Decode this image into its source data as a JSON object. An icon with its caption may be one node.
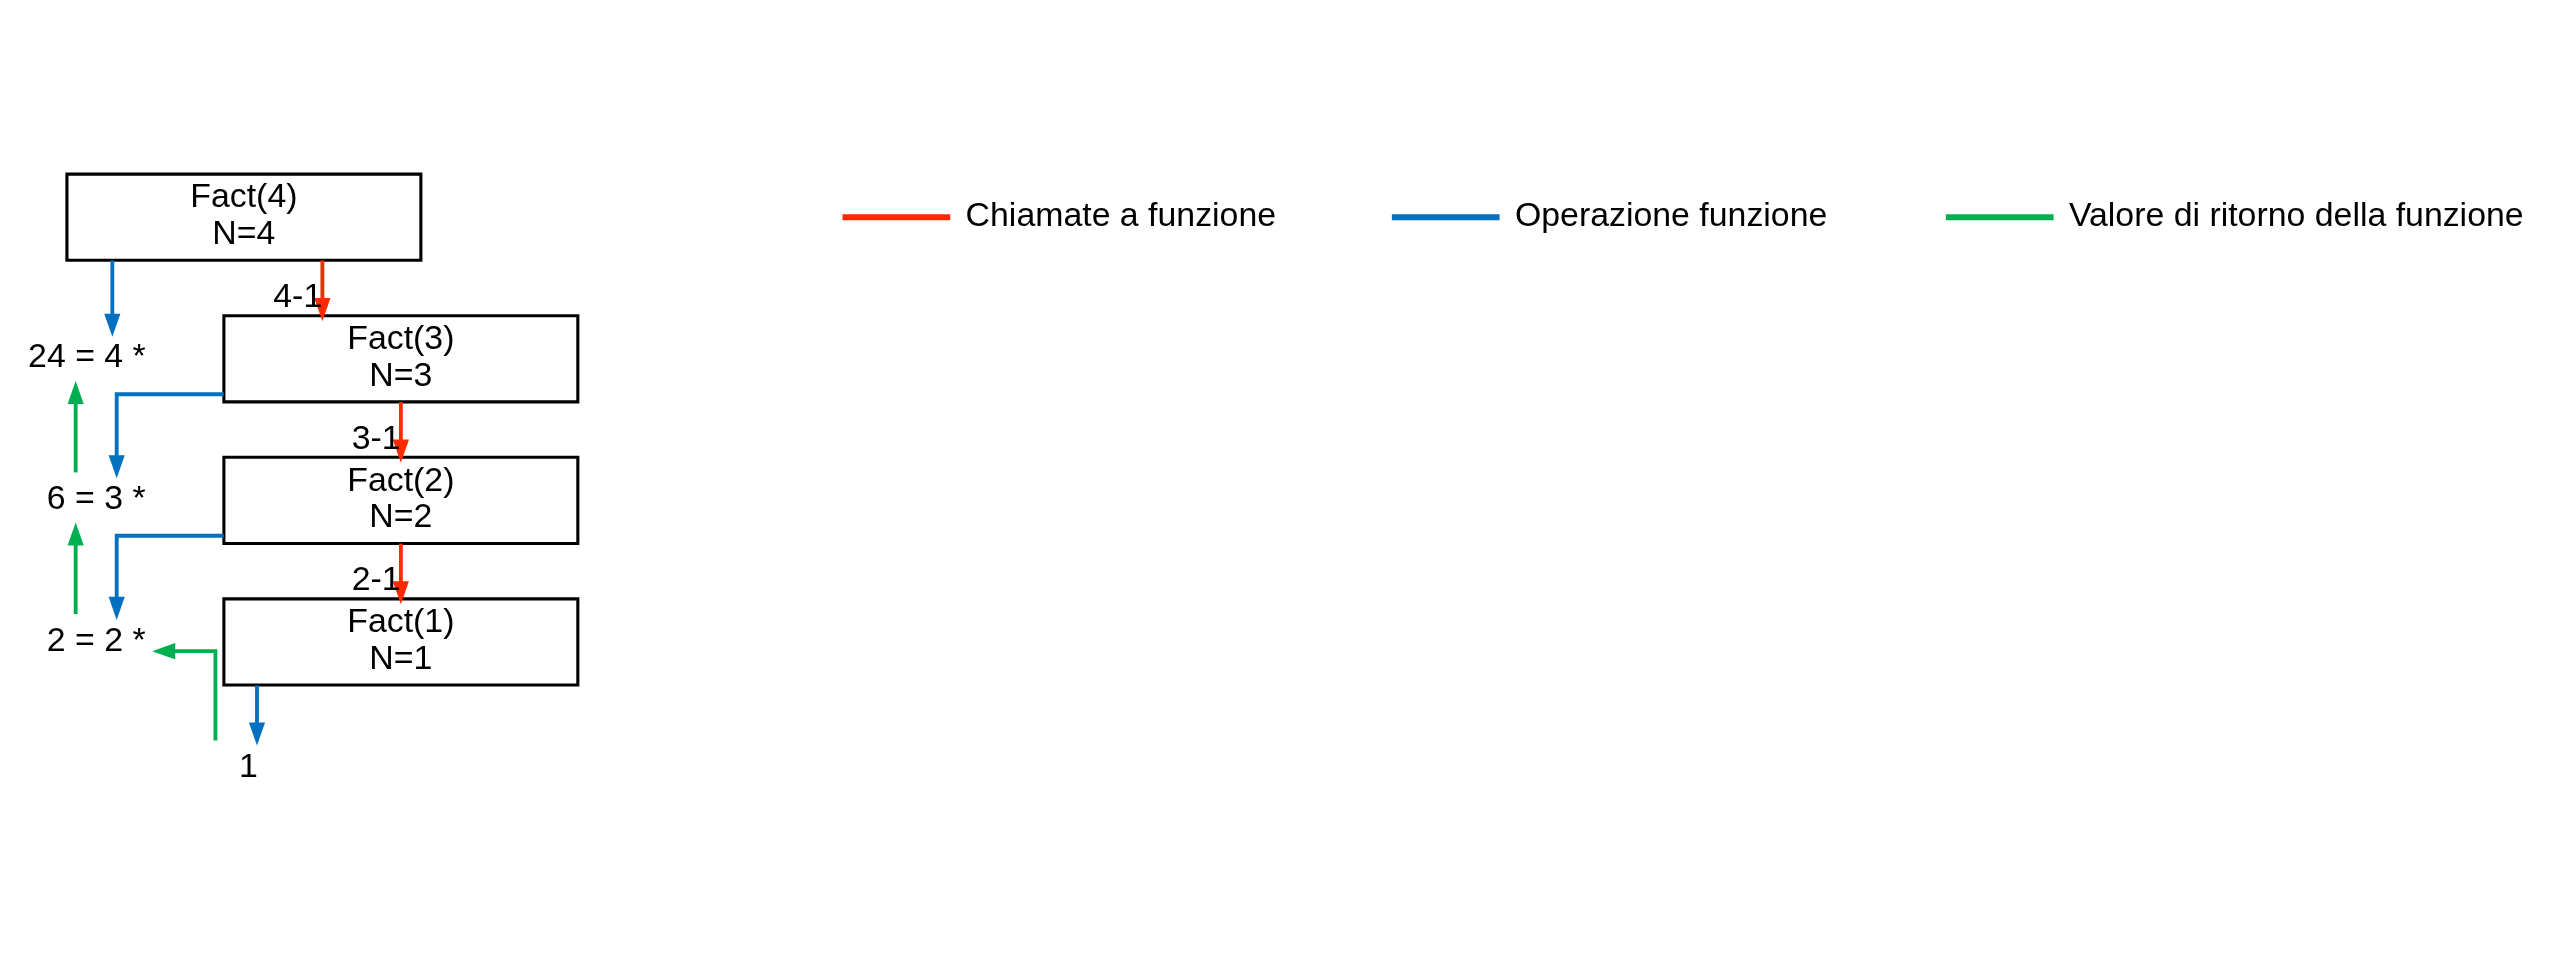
{
  "diagram": {
    "nodes": [
      {
        "text": [
          "Fact(4)",
          "N=4"
        ]
      },
      {
        "text": [
          "24 = 4 *"
        ]
      },
      {
        "text": [
          "Fact(3)",
          "N=3"
        ]
      },
      {
        "text": [
          "6 = 3 *"
        ]
      },
      {
        "text": [
          "Fact(2)",
          "N=2"
        ]
      },
      {
        "text": [
          "2 = 2 *"
        ]
      },
      {
        "text": [
          "Fact(1)",
          "N=1"
        ]
      },
      {
        "text": [
          "1"
        ]
      }
    ],
    "edges": [
      {
        "from": 0,
        "to": 2,
        "arrow": "to",
        "label": "4-1",
        "color": "#ff2a00"
      },
      {
        "from": 0,
        "to": 1,
        "arrow": "to",
        "color": "#0070c0"
      },
      {
        "from": 2,
        "to": 4,
        "arrow": "to",
        "label": "3-1",
        "color": "#ff2a00"
      },
      {
        "from": 2,
        "to": 3,
        "arrow": "to",
        "color": "#0070c0"
      },
      {
        "from": 4,
        "to": 6,
        "arrow": "to",
        "label": "2-1",
        "color": "#ff2a00"
      },
      {
        "from": 4,
        "to": 5,
        "arrow": "to",
        "color": "#0070c0"
      },
      {
        "from": 6,
        "to": 7,
        "arrow": "to",
        "color": "#0070c0"
      },
      {
        "from": 7,
        "to": 5,
        "arrow": "to",
        "color": "#00b050"
      },
      {
        "from": 5,
        "to": 3,
        "arrow": "to",
        "color": "#00b050"
      },
      {
        "from": 3,
        "to": 1,
        "arrow": "to",
        "color": "#00b050"
      }
    ],
    "legend": [
      {
        "text": "Chiamate a funzione",
        "color": "#ff2a00"
      },
      {
        "text": "Operazione funzione",
        "color": "#0070c0"
      },
      {
        "text": "Valore di ritorno della funzione",
        "color": "#00b050"
      }
    ]
  }
}
